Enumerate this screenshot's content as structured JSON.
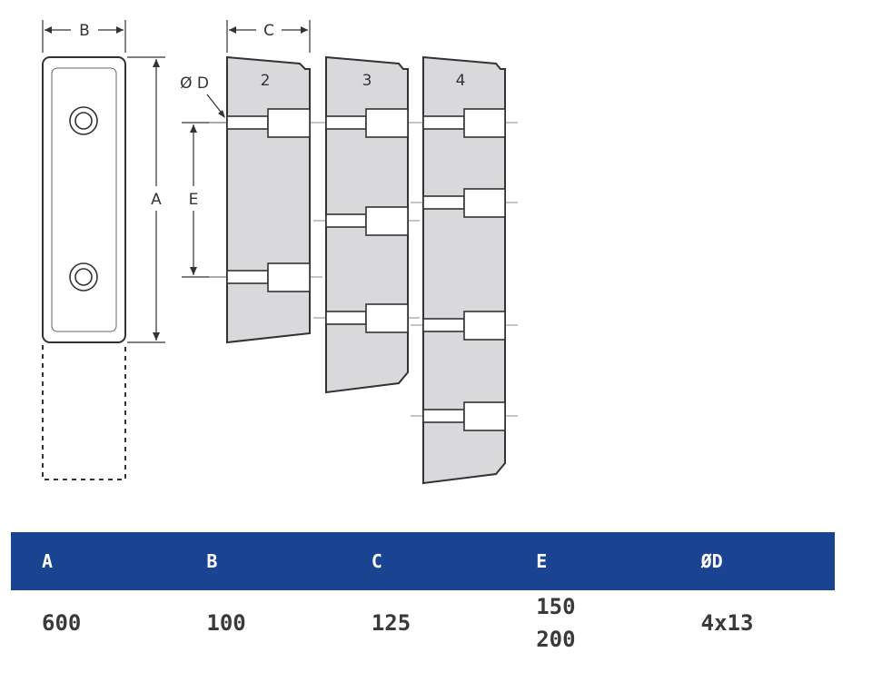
{
  "diagram": {
    "labels": {
      "b": "B",
      "c": "C",
      "a": "A",
      "e": "E",
      "d": "Ø D",
      "block2": "2",
      "block3": "3",
      "block4": "4"
    }
  },
  "table": {
    "headers": [
      "A",
      "B",
      "C",
      "E",
      "ØD"
    ],
    "values": {
      "a": "600",
      "b": "100",
      "c": "125",
      "e1": "150",
      "e2": "200",
      "d": "4x13"
    },
    "colors": {
      "header_bg": "#1a4391",
      "header_text": "#ffffff",
      "value_text": "#3a3a3a"
    }
  }
}
